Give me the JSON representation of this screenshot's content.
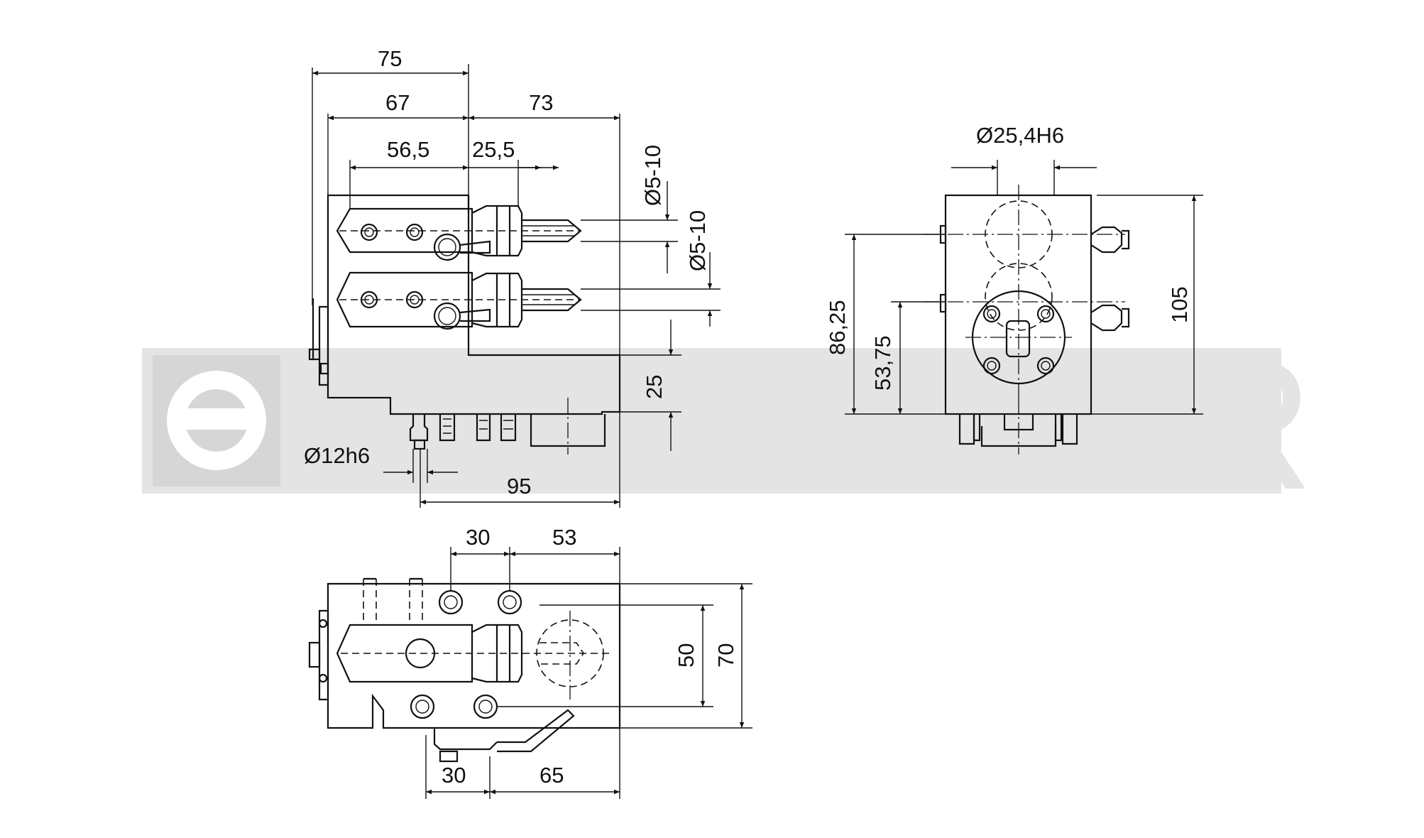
{
  "watermark": {
    "text": "EPPINGER",
    "color": "#e4e4e4"
  },
  "line_color": "#111111",
  "dimensions": {
    "d75": "75",
    "d67": "67",
    "d73": "73",
    "d56_5": "56,5",
    "d25_5": "25,5",
    "dia5_10_a": "Ø5-10",
    "dia5_10_b": "Ø5-10",
    "d25": "25",
    "dia12h6": "Ø12h6",
    "d95": "95",
    "dia25_4h6": "Ø25,4H6",
    "d86_25": "86,25",
    "d53_75": "53,75",
    "d105": "105",
    "d30_top": "30",
    "d53": "53",
    "d50": "50",
    "d70": "70",
    "d30_bottom": "30",
    "d65": "65"
  }
}
